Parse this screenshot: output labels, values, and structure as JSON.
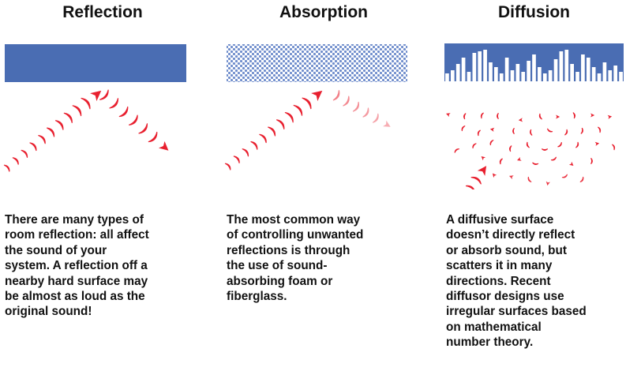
{
  "panels": [
    {
      "title": "Reflection",
      "caption": [
        "There are many types of",
        "room reflection: all affect",
        "the sound of your",
        "system. A reflection off a",
        "nearby hard surface may",
        "be almost as loud as the",
        "original sound!"
      ]
    },
    {
      "title": "Absorption",
      "caption": [
        "The most common way",
        "of controlling unwanted",
        "reflections is through",
        "the use of sound-",
        "absorbing foam or",
        "fiberglass."
      ]
    },
    {
      "title": "Diffusion",
      "caption": [
        "A diffusive surface",
        "doesn’t directly reflect",
        "or absorb sound, but",
        "scatters it in many",
        "directions. Recent",
        "diffusor designs use",
        "irregular surfaces based",
        "on mathematical",
        "number theory."
      ]
    }
  ],
  "colors": {
    "surface": "#4a6db3",
    "absorber": "#8fa7d6",
    "wave": "#e8202f",
    "wave_faded": "#f4a0a6"
  }
}
